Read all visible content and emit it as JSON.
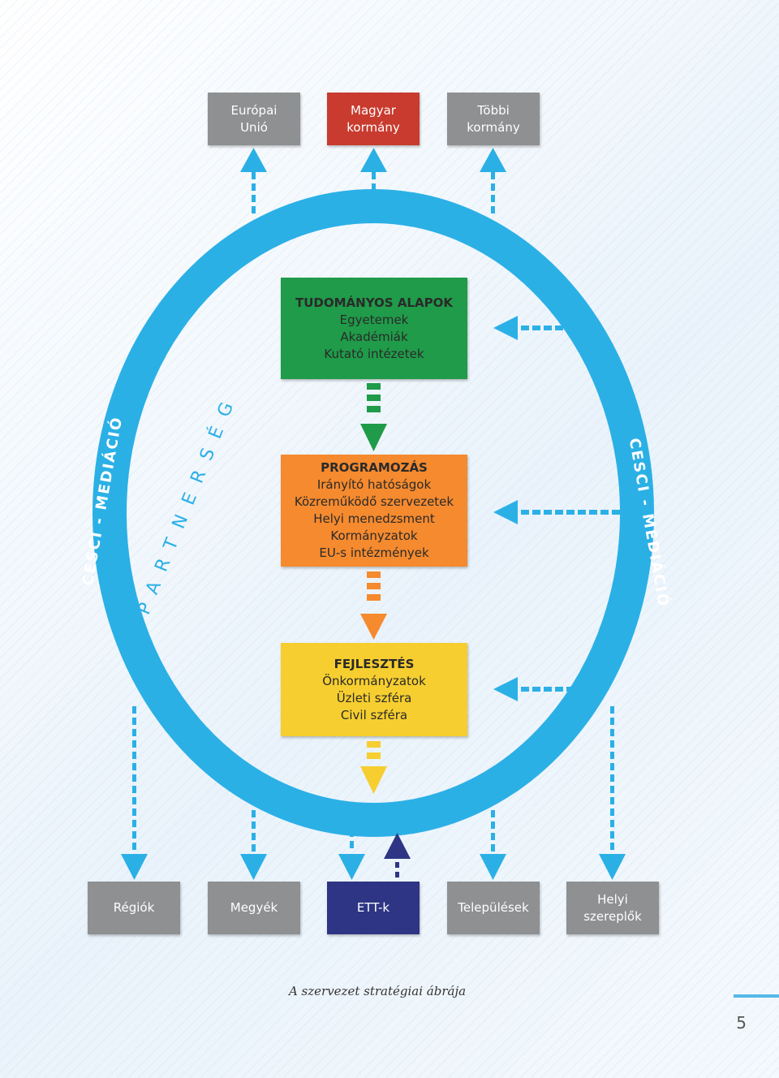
{
  "top_boxes": [
    {
      "lines": [
        "Európai",
        "Unió"
      ],
      "color": "#8e9092"
    },
    {
      "lines": [
        "Magyar",
        "kormány"
      ],
      "color": "#c83b2e"
    },
    {
      "lines": [
        "Többi",
        "kormány"
      ],
      "color": "#8e9092"
    }
  ],
  "center_boxes": {
    "science": {
      "title": "TUDOMÁNYOS ALAPOK",
      "lines": [
        "Egyetemek",
        "Akadémiák",
        "Kutató intézetek"
      ],
      "color": "#1f9b49"
    },
    "programming": {
      "title": "PROGRAMOZÁS",
      "lines": [
        "Irányító hatóságok",
        "Közreműködő szervezetek",
        "Helyi menedzsment",
        "Kormányzatok",
        "EU-s intézmények"
      ],
      "color": "#f58a2e"
    },
    "development": {
      "title": "FEJLESZTÉS",
      "lines": [
        "Önkormányzatok",
        "Üzleti szféra",
        "Civil szféra"
      ],
      "color": "#f6ce2f"
    }
  },
  "ring": {
    "left_label": "CESCI - MEDIÁCIÓ",
    "right_label": "CESCI - MEDIÁCIÓ",
    "partnership_label": "PARTNERSÉG",
    "color": "#2bb0e6"
  },
  "bottom_boxes": [
    {
      "lines": [
        "Régiók"
      ],
      "color": "#8e9092"
    },
    {
      "lines": [
        "Megyék"
      ],
      "color": "#8e9092"
    },
    {
      "lines": [
        "ETT-k"
      ],
      "color": "#2e3584"
    },
    {
      "lines": [
        "Települések"
      ],
      "color": "#8e9092"
    },
    {
      "lines": [
        "Helyi",
        "szereplők"
      ],
      "color": "#8e9092"
    }
  ],
  "caption": "A szervezet stratégiai ábrája",
  "page_number": "5"
}
